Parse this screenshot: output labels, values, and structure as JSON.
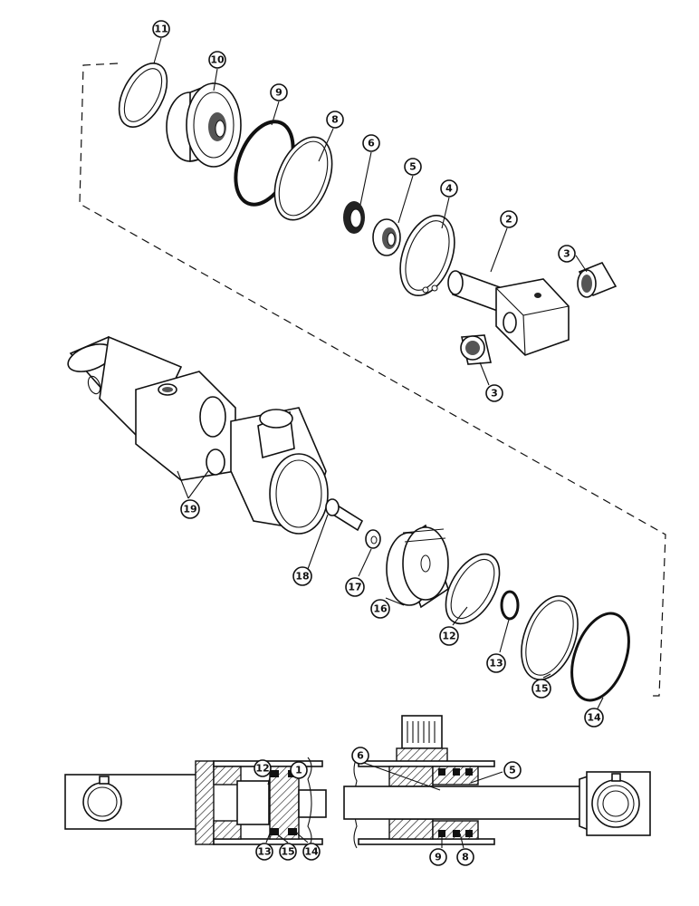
{
  "callouts": {
    "c1": "1",
    "c2": "2",
    "c3a": "3",
    "c3b": "3",
    "c4": "4",
    "c5a": "5",
    "c5b": "5",
    "c6a": "6",
    "c6b": "6",
    "c8a": "8",
    "c8b": "8",
    "c9a": "9",
    "c9b": "9",
    "c10": "10",
    "c11": "11",
    "c12a": "12",
    "c12b": "12",
    "c13a": "13",
    "c13b": "13",
    "c14a": "14",
    "c14b": "14",
    "c15a": "15",
    "c15b": "15",
    "c16": "16",
    "c17": "17",
    "c18": "18",
    "c19": "19"
  }
}
